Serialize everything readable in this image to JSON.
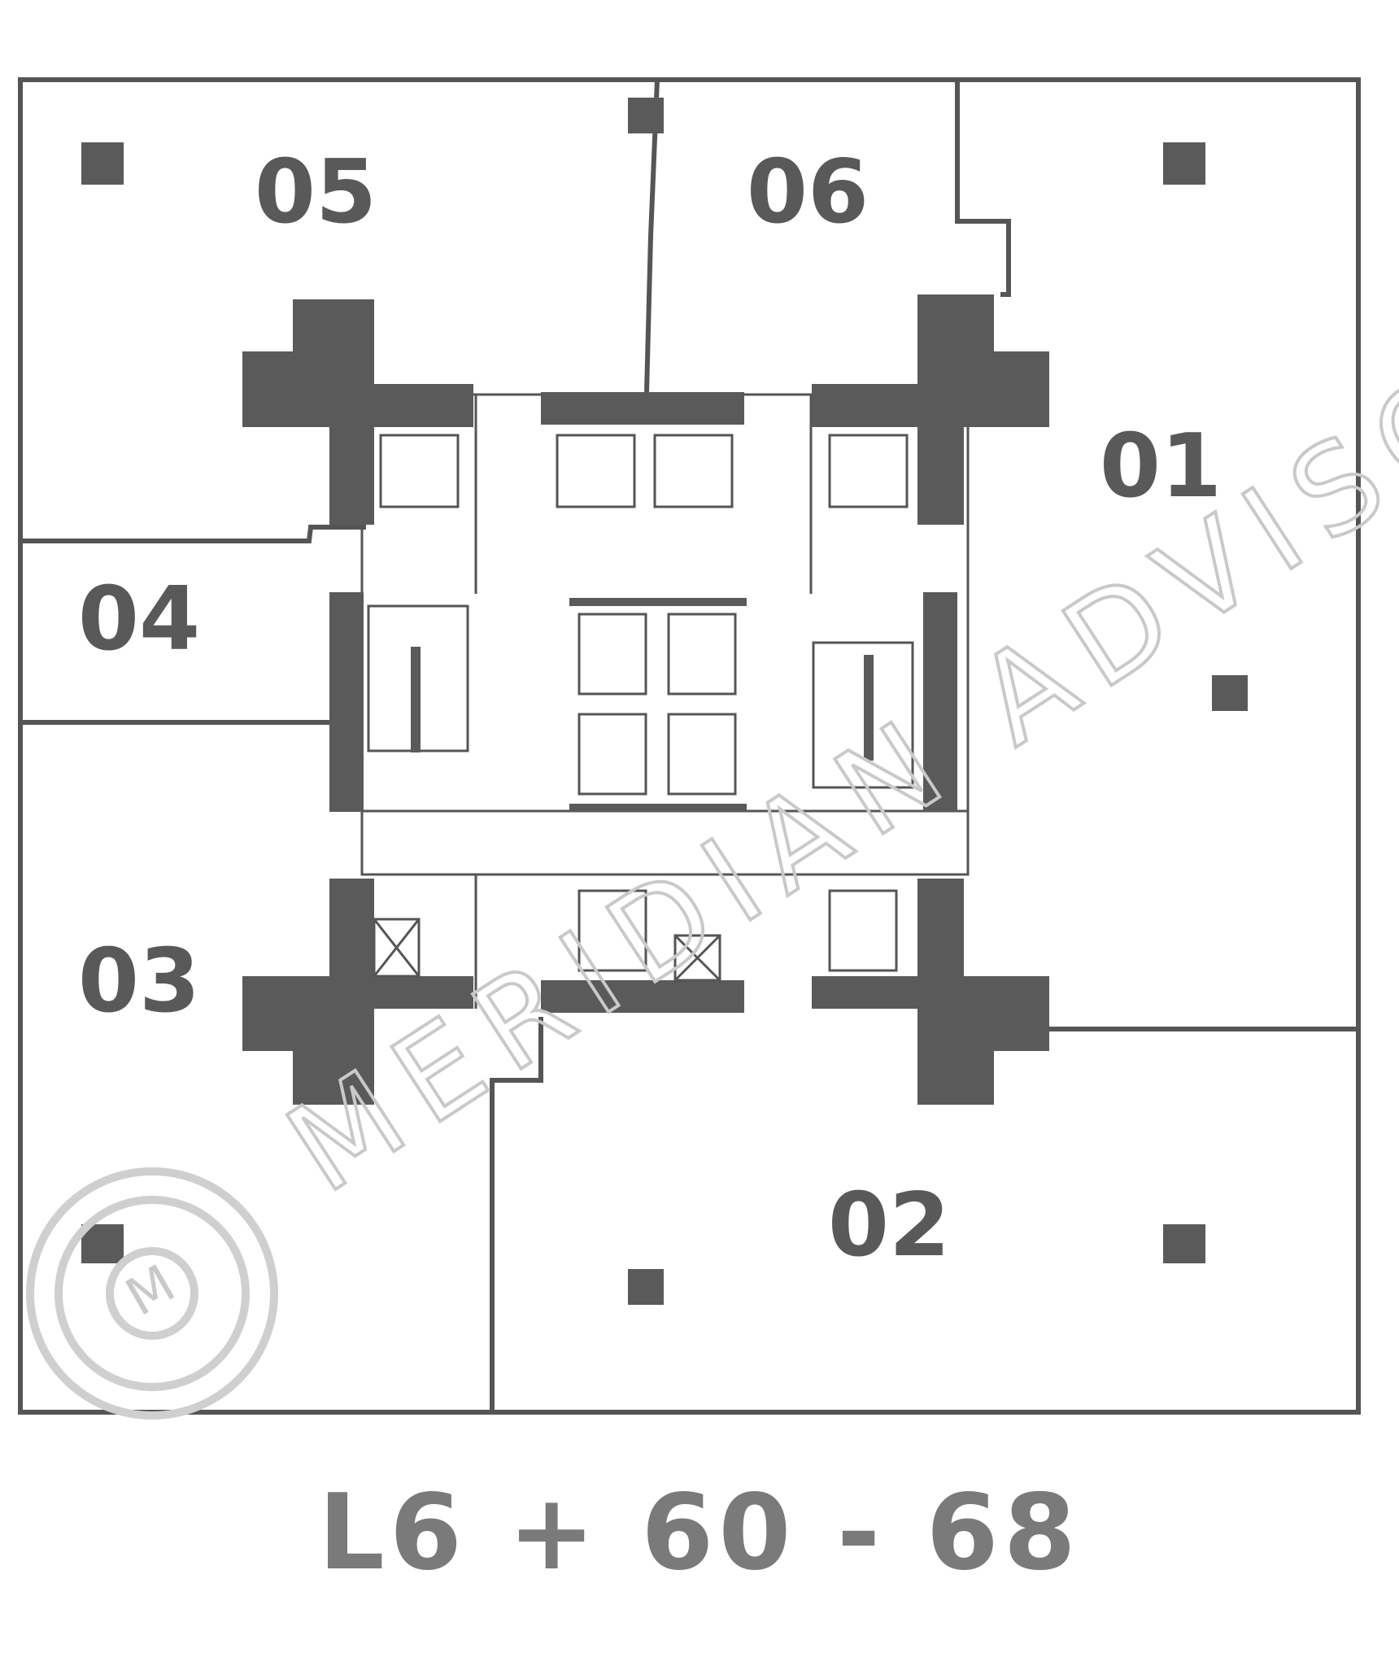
{
  "floor": {
    "label": "L6 + 60 - 68"
  },
  "units": [
    {
      "id": "01",
      "label": "01"
    },
    {
      "id": "02",
      "label": "02"
    },
    {
      "id": "03",
      "label": "03"
    },
    {
      "id": "04",
      "label": "04"
    },
    {
      "id": "05",
      "label": "05"
    },
    {
      "id": "06",
      "label": "06"
    }
  ],
  "watermark": {
    "text": "MERIDIAN ADVISORS",
    "logo_letter": "M"
  },
  "colors": {
    "walls": "#555555",
    "solid": "#5a5a5a",
    "label": "#595959",
    "floor_label": "#7a7a7a",
    "watermark": "#c9c9c9"
  }
}
